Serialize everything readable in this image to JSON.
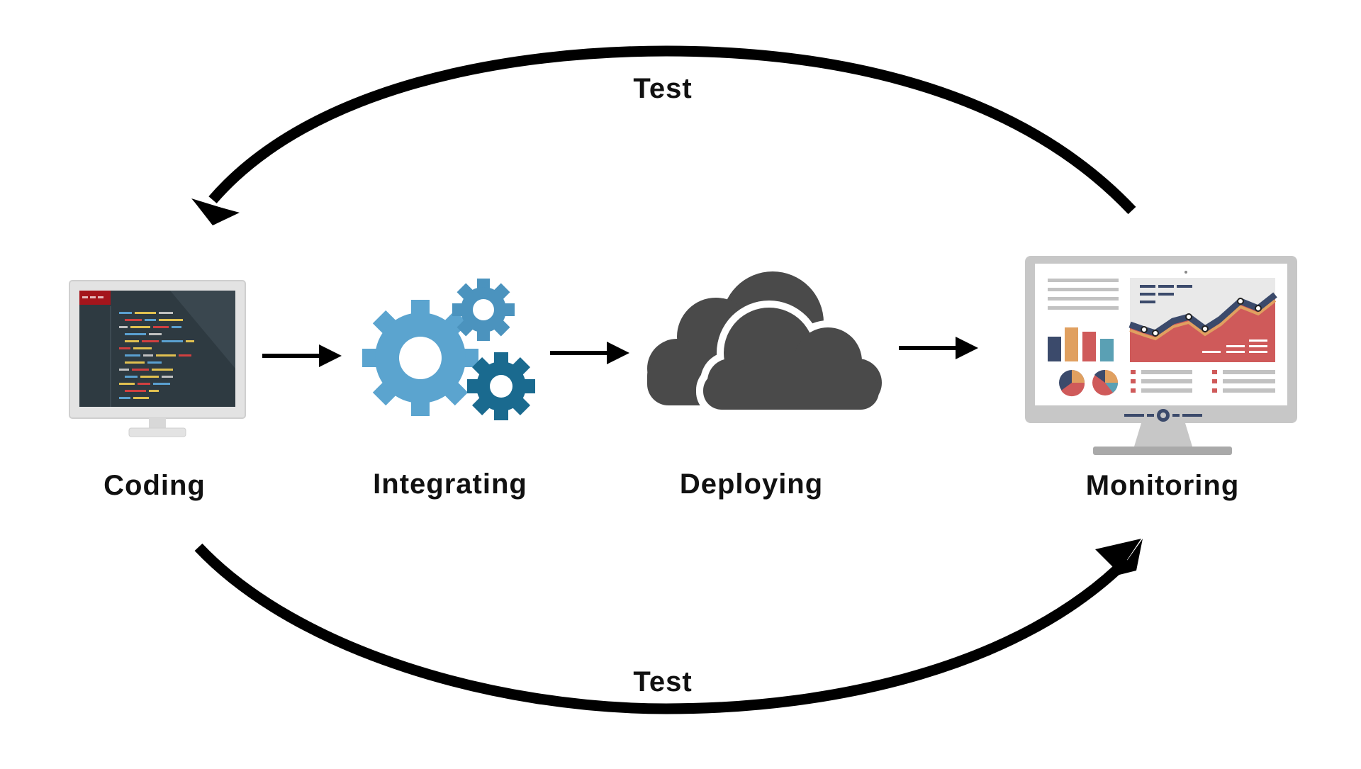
{
  "diagram": {
    "stages": [
      {
        "id": "coding",
        "label": "Coding",
        "icon": "code-monitor-icon"
      },
      {
        "id": "integrating",
        "label": "Integrating",
        "icon": "gears-icon"
      },
      {
        "id": "deploying",
        "label": "Deploying",
        "icon": "cloud-icon"
      },
      {
        "id": "monitoring",
        "label": "Monitoring",
        "icon": "dashboard-monitor-icon"
      }
    ],
    "loops": {
      "top": {
        "label": "Test",
        "direction": "monitoring-to-coding"
      },
      "bottom": {
        "label": "Test",
        "direction": "coding-to-monitoring"
      }
    },
    "colors": {
      "arrow": "#000000",
      "gear_light": "#5ba4cf",
      "gear_dark": "#1a6a8f",
      "cloud": "#4a4a4a",
      "code_screen": "#2e3a41",
      "monitor_frame": "#c7c7c7",
      "dashboard_red": "#cf5a5a",
      "dashboard_navy": "#3b4a6b",
      "dashboard_orange": "#e0a060",
      "dashboard_teal": "#5aa0b4"
    }
  }
}
